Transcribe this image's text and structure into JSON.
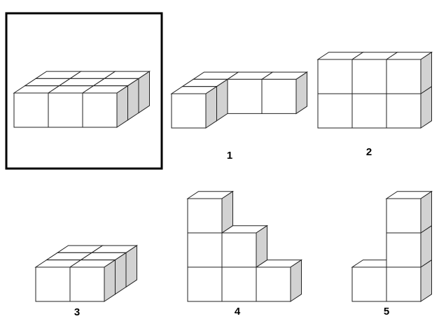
{
  "figures": [
    {
      "key": "reference",
      "label": ""
    },
    {
      "key": "option-1",
      "label": "1"
    },
    {
      "key": "option-2",
      "label": "2"
    },
    {
      "key": "option-3",
      "label": "3"
    },
    {
      "key": "option-4",
      "label": "4"
    },
    {
      "key": "option-5",
      "label": "5"
    }
  ],
  "colors": {
    "cube_face": "#ffffff",
    "cube_side": "#d2d2d2",
    "edge": "#222222",
    "frame": "#000000"
  }
}
